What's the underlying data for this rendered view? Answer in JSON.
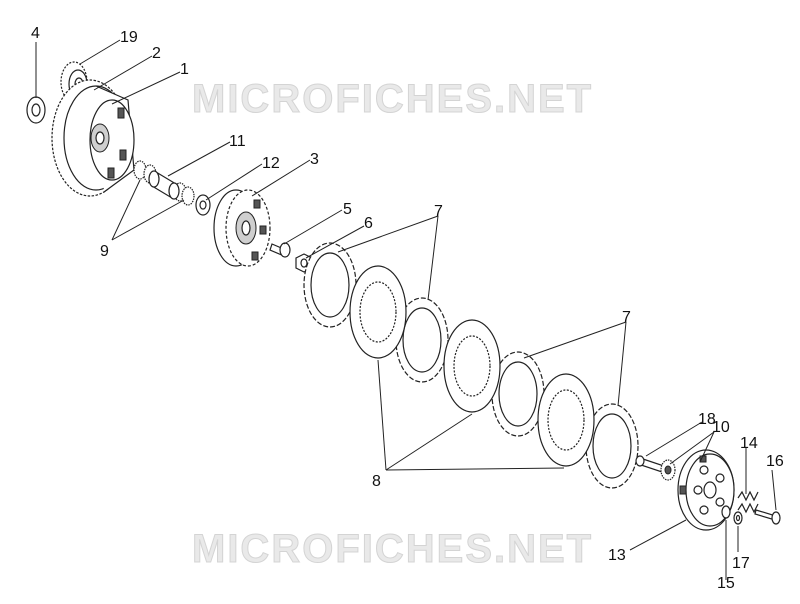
{
  "watermarks": [
    "MICROFICHES.NET",
    "MICROFICHES.NET"
  ],
  "labels": {
    "p1": "1",
    "p2": "2",
    "p3": "3",
    "p4": "4",
    "p5": "5",
    "p6": "6",
    "p7a": "7",
    "p7b": "7",
    "p8": "8",
    "p9": "9",
    "p10": "10",
    "p11": "11",
    "p12": "12",
    "p13": "13",
    "p14": "14",
    "p15": "15",
    "p16": "16",
    "p17": "17",
    "p18": "18",
    "p19": "19"
  }
}
